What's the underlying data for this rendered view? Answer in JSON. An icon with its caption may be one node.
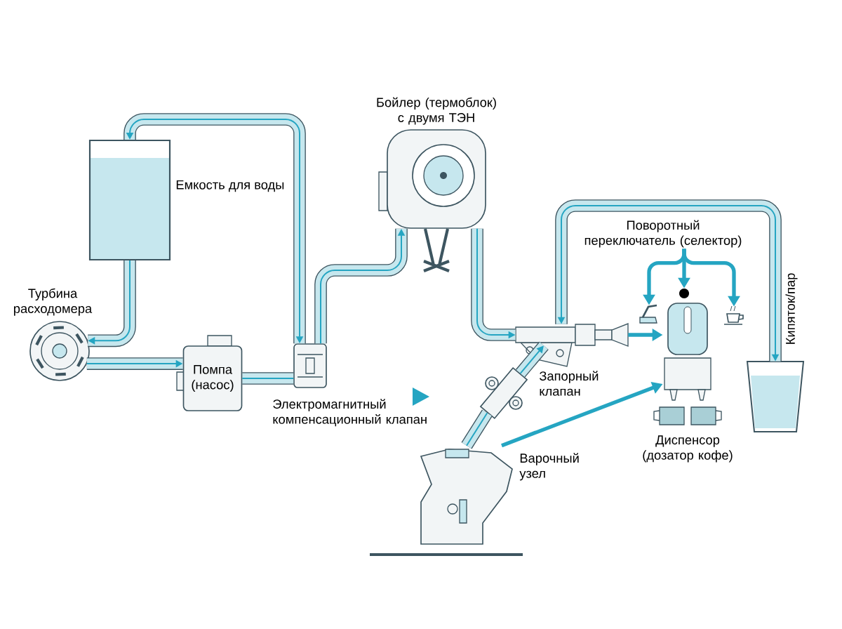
{
  "diagram": {
    "nodes": [
      {
        "text": [
          "Емкость для воды"
        ]
      },
      {
        "text": [
          "Турбина расходомера"
        ]
      },
      {
        "text": [
          "Помпа (насос)"
        ]
      },
      {
        "text": [
          "Электромагнитный компенсационный клапан"
        ]
      },
      {
        "text": [
          "Бойлер (термоблок) с двумя ТЭН"
        ]
      },
      {
        "text": [],
        "shape": "picture"
      },
      {
        "text": [
          "Запорный клапан"
        ]
      },
      {
        "text": [
          "Варочный узел"
        ]
      },
      {
        "text": [
          "Диспенсор (дозатор кофе)"
        ]
      },
      {
        "text": [],
        "shape": "picture"
      },
      {
        "text": [
          "Поворотный переключатель (селектор)"
        ]
      },
      {
        "text": [],
        "shape": "picture"
      },
      {
        "text": [],
        "shape": "circle"
      },
      {
        "text": [],
        "shape": "picture"
      }
    ],
    "edges": [
      {
        "from": 0,
        "to": 1,
        "arrow": "to"
      },
      {
        "from": 1,
        "to": 2,
        "arrow": "to"
      },
      {
        "from": 2,
        "to": 3,
        "arrow": "none"
      },
      {
        "from": 3,
        "to": 0,
        "arrow": "both"
      },
      {
        "from": 3,
        "to": 4,
        "arrow": "to"
      },
      {
        "from": 4,
        "to": 5,
        "arrow": "to"
      },
      {
        "from": 5,
        "to": 9,
        "arrow": "both",
        "label": "Кипяток/пар"
      },
      {
        "from": 5,
        "to": 8,
        "arrow": "to",
        "color": "#25a5c2"
      },
      {
        "from": 6,
        "to": 5,
        "arrow": "to"
      },
      {
        "from": 6,
        "to": 7,
        "arrow": "none"
      },
      {
        "from": 7,
        "to": 8,
        "arrow": "to",
        "color": "#25a5c2"
      },
      {
        "from": 10,
        "to": 11,
        "arrow": "to",
        "color": "#25a5c2"
      },
      {
        "from": 10,
        "to": 12,
        "arrow": "to",
        "color": "#25a5c2"
      },
      {
        "from": 10,
        "to": 13,
        "arrow": "to",
        "color": "#25a5c2"
      }
    ]
  }
}
